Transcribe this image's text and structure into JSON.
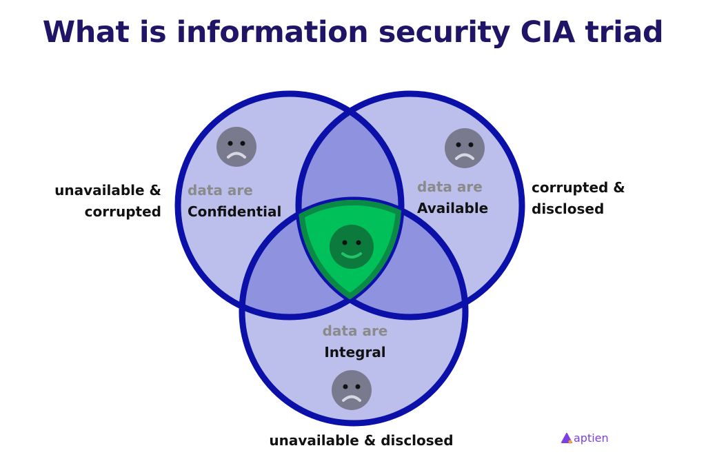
{
  "title": "What is information security CIA triad",
  "colors": {
    "title": "#1f1466",
    "circle_fill": "#bcbeec",
    "overlap_fill": "#8f92de",
    "circle_stroke": "#0a10a8",
    "center_fill": "#00c05a",
    "center_stroke": "#0b8a45",
    "happy_face": "#0b7a3c",
    "sad_face": "#7a7a8e",
    "brand": "#7b3fe4"
  },
  "circles": [
    {
      "id": "confidential",
      "prefix": "data are",
      "label": "Confidential",
      "face": "sad"
    },
    {
      "id": "available",
      "prefix": "data are",
      "label": "Available",
      "face": "sad"
    },
    {
      "id": "integral",
      "prefix": "data are",
      "label": "Integral",
      "face": "sad"
    }
  ],
  "center": {
    "face": "happy"
  },
  "outside_labels": {
    "left": [
      "unavailable &",
      "corrupted"
    ],
    "right": [
      "corrupted &",
      "disclosed"
    ],
    "bottom": "unavailable & disclosed"
  },
  "logo": {
    "text": "aptien",
    "icon": "aptien-logo-icon"
  }
}
